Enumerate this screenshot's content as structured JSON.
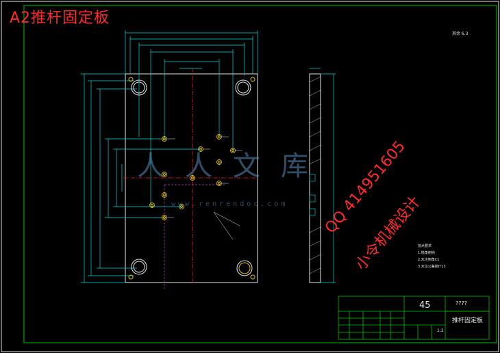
{
  "title": "A2推杆固定板",
  "watermark": {
    "main": "人人文库",
    "sub": "www.renrendoc.com"
  },
  "contact": {
    "line1": "QQ 414951605",
    "line2": "小令机械设计"
  },
  "title_block": {
    "material": "45",
    "drawing_number": "????",
    "part_name": "推杆固定板",
    "scale": "1:2"
  },
  "notes": {
    "heading": "技术要求",
    "items": [
      "1.锐角倒钝",
      "2.未注倒角C1",
      "3.未注公差按IT13"
    ]
  },
  "top_right_note": "其余 6.3",
  "colors": {
    "border": "#00c000",
    "outline": "#e8e8e8",
    "dimension": "#00d8d8",
    "center": "#ff2020",
    "hole": "#e0c000"
  }
}
